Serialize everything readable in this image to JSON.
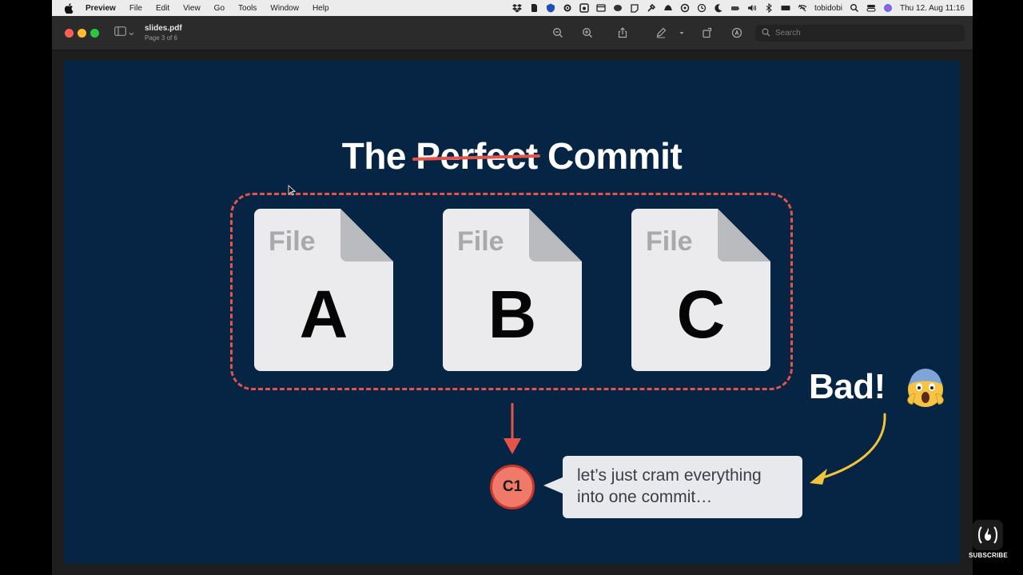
{
  "menubar": {
    "app_name": "Preview",
    "menus": [
      "File",
      "Edit",
      "View",
      "Go",
      "Tools",
      "Window",
      "Help"
    ],
    "username": "tobidobi",
    "clock": "Thu 12. Aug  11:16"
  },
  "toolbar": {
    "doc_title": "slides.pdf",
    "doc_subtitle": "Page 3 of 6",
    "search_placeholder": "Search"
  },
  "slide": {
    "title_before": "The",
    "title_struck": "Perfect",
    "title_after": "Commit",
    "files": [
      {
        "word": "File",
        "letter": "A"
      },
      {
        "word": "File",
        "letter": "B"
      },
      {
        "word": "File",
        "letter": "C"
      }
    ],
    "bad_label": "Bad!",
    "commit_label": "C1",
    "bubble_text": "let’s just cram everything into one commit…"
  },
  "colors": {
    "slide_bg": "#062443",
    "accent_red": "#e4544a",
    "commit_fill": "#f07a6a",
    "arrow_yellow": "#f2c43a",
    "card": "#ebebed"
  },
  "watermark": {
    "label": "SUBSCRIBE"
  }
}
